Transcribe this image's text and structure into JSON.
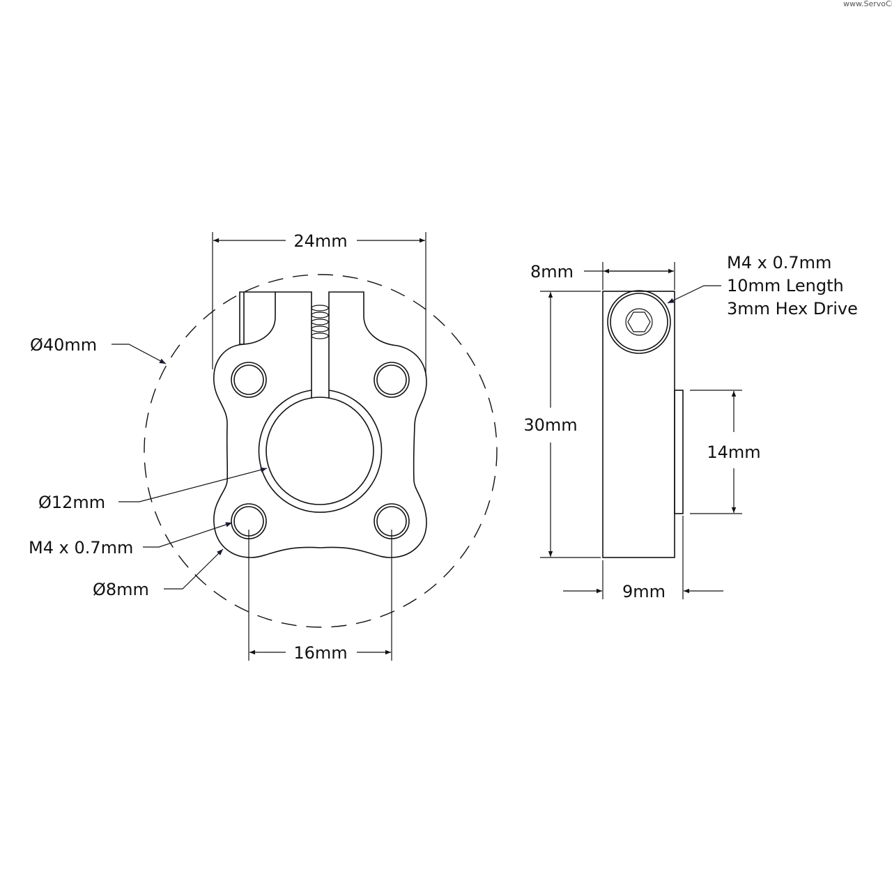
{
  "watermark": "www.ServoCity",
  "front_view": {
    "width_dim": "24mm",
    "outer_diameter_dim": "Ø40mm",
    "bore_dim": "Ø12mm",
    "hole_thread_dim": "M4 x 0.7mm",
    "hole_counterbore_dim": "Ø8mm",
    "hole_spacing_dim": "16mm"
  },
  "side_view": {
    "thickness_dim": "8mm",
    "height_dim": "30mm",
    "boss_height_dim": "14mm",
    "total_thickness_dim": "9mm",
    "screw_callout": [
      "M4 x 0.7mm",
      "10mm Length",
      "3mm Hex Drive"
    ]
  }
}
